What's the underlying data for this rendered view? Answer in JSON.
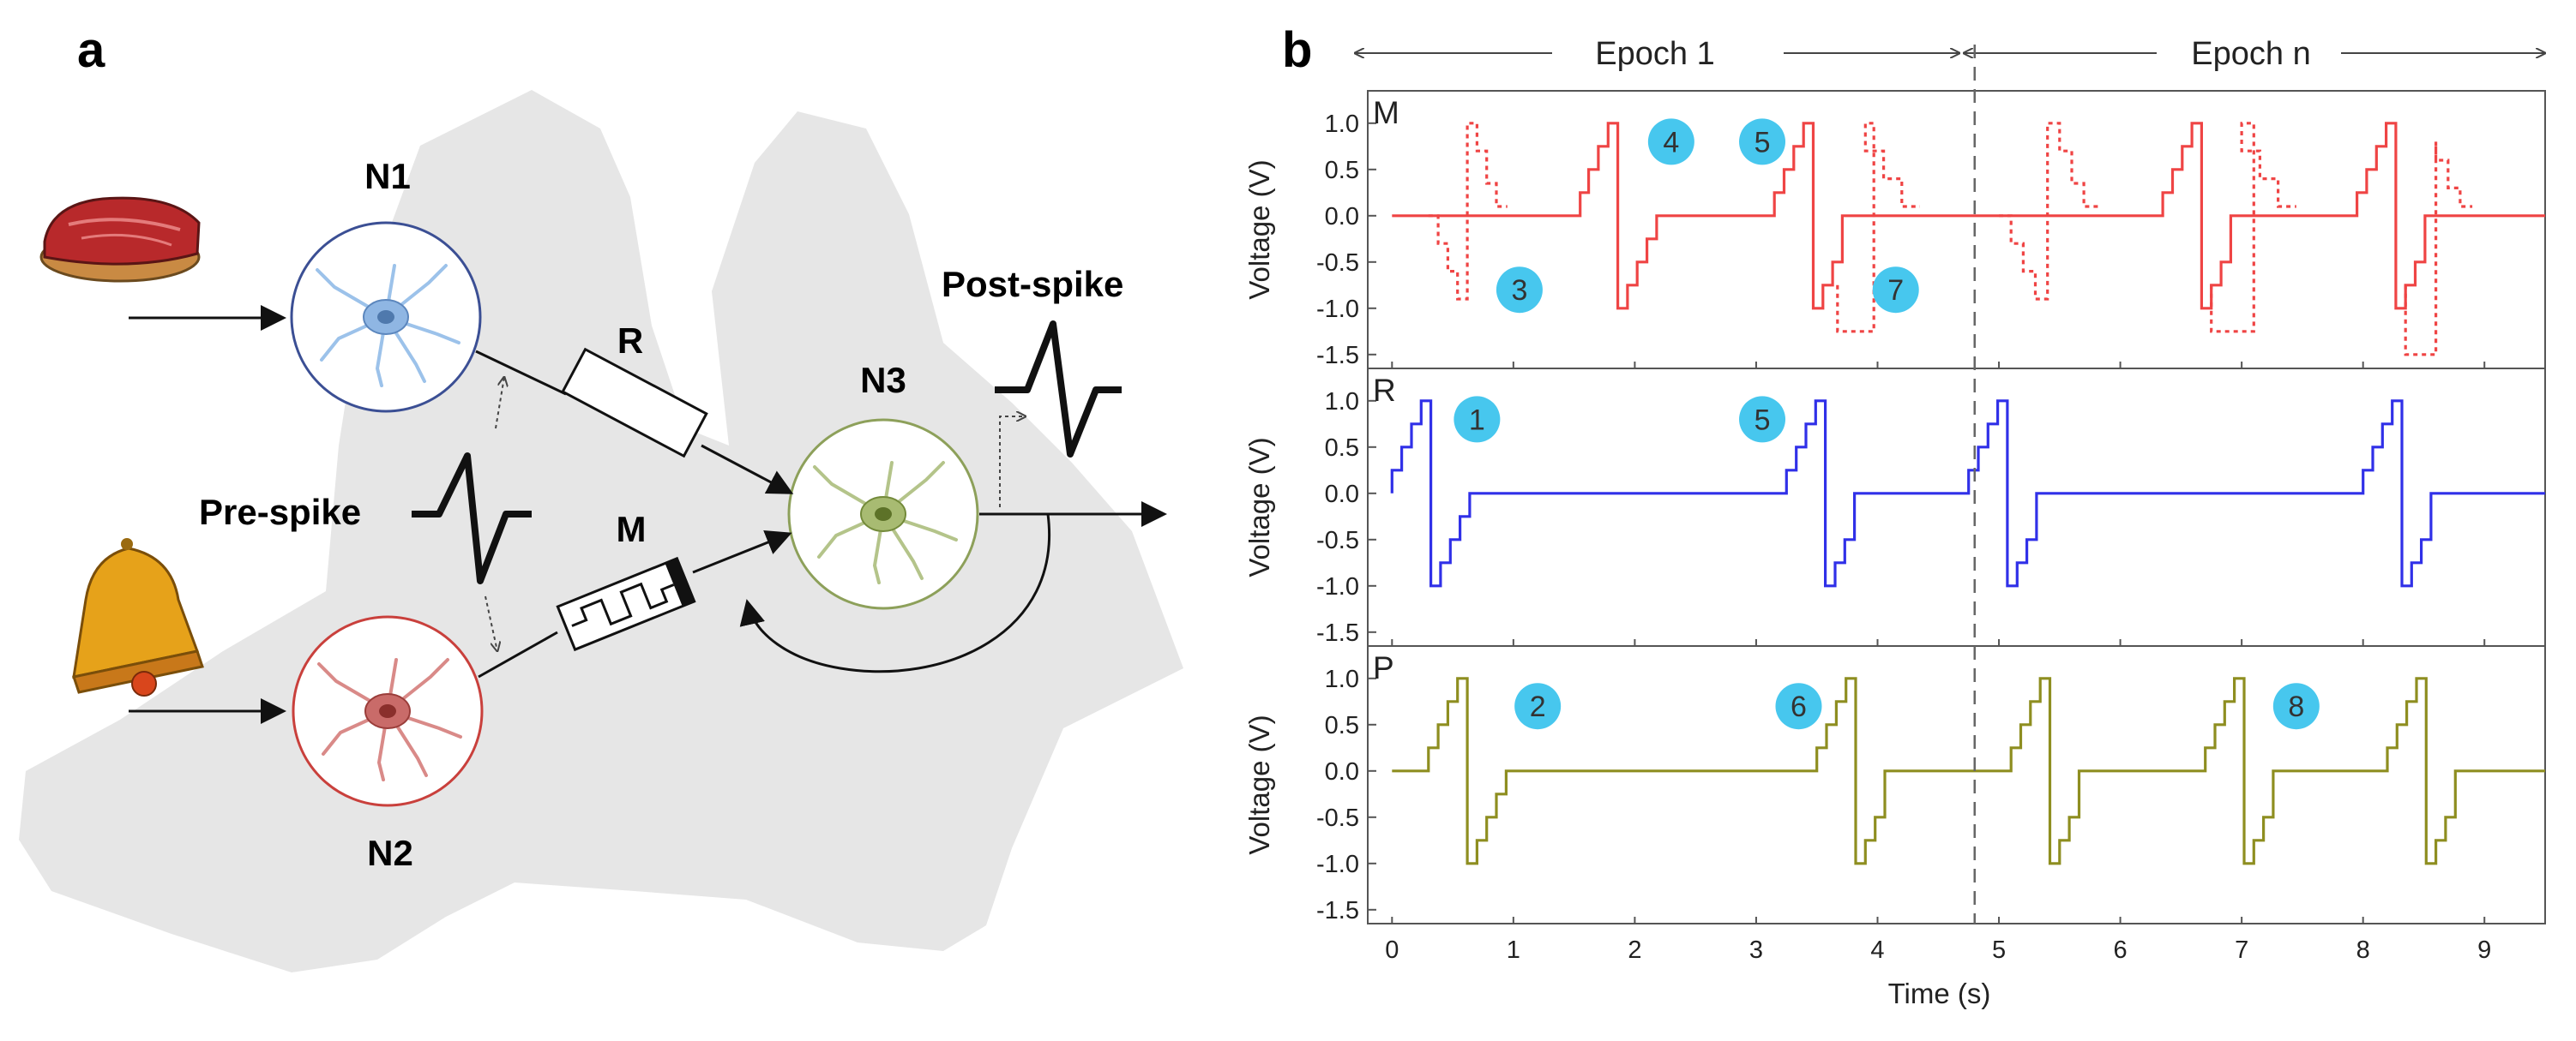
{
  "figure": {
    "panel_a": {
      "letter": "a",
      "nodes": {
        "n1": "N1",
        "n2": "N2",
        "n3": "N3"
      },
      "components": {
        "resistor": "R",
        "memristor": "M"
      },
      "labels": {
        "pre_spike": "Pre-spike",
        "post_spike": "Post-spike"
      },
      "colors": {
        "n1": "#3b4f94",
        "n2": "#c9403c",
        "n3": "#8da05a",
        "dog_silhouette": "#e6e6e6"
      },
      "icons": [
        "steak-icon",
        "bell-icon",
        "neuron-icon",
        "dog-silhouette"
      ]
    },
    "panel_b": {
      "letter": "b",
      "epoch_labels": [
        "Epoch 1",
        "Epoch n"
      ]
    }
  },
  "chart_data": {
    "type": "line",
    "xlabel": "Time (s)",
    "xlim": [
      -0.2,
      9.5
    ],
    "x_ticks": [
      0,
      1,
      2,
      3,
      4,
      5,
      6,
      7,
      8,
      9
    ],
    "y_ticks": [
      -1.5,
      -1.0,
      -0.5,
      0.0,
      0.5,
      1.0
    ],
    "epoch_divider_x": 4.8,
    "subplots": [
      {
        "label": "M",
        "ylabel": "Voltage (V)",
        "ylim": [
          -1.65,
          1.35
        ],
        "color": "#ef4444",
        "series": [
          {
            "style": "solid",
            "x": [
              0,
              1.55,
              1.55,
              1.62,
              1.62,
              1.7,
              1.7,
              1.78,
              1.78,
              1.86,
              1.86,
              1.94,
              1.94,
              2.02,
              2.02,
              2.1,
              2.1,
              2.18,
              2.18,
              3.15,
              3.15,
              3.23,
              3.23,
              3.31,
              3.31,
              3.39,
              3.39,
              3.47,
              3.47,
              3.55,
              3.55,
              3.63,
              3.63,
              3.71,
              3.71,
              6.35,
              6.35,
              6.43,
              6.43,
              6.51,
              6.51,
              6.59,
              6.59,
              6.67,
              6.67,
              6.75,
              6.75,
              6.83,
              6.83,
              6.91,
              6.91,
              7.95,
              7.95,
              8.03,
              8.03,
              8.11,
              8.11,
              8.19,
              8.19,
              8.27,
              8.27,
              8.35,
              8.35,
              8.43,
              8.43,
              8.51,
              8.51,
              9.5
            ],
            "y": [
              0,
              0,
              0.25,
              0.25,
              0.5,
              0.5,
              0.75,
              0.75,
              1.0,
              1.0,
              -1.0,
              -1.0,
              -0.75,
              -0.75,
              -0.5,
              -0.5,
              -0.25,
              -0.25,
              0,
              0,
              0.25,
              0.25,
              0.5,
              0.5,
              0.75,
              0.75,
              1.0,
              1.0,
              -1.0,
              -1.0,
              -0.75,
              -0.75,
              -0.5,
              -0.5,
              0,
              0,
              0.25,
              0.25,
              0.5,
              0.5,
              0.75,
              0.75,
              1.0,
              1.0,
              -1.0,
              -1.0,
              -0.75,
              -0.75,
              -0.5,
              -0.5,
              0,
              0,
              0.25,
              0.25,
              0.5,
              0.5,
              0.75,
              0.75,
              1.0,
              1.0,
              -1.0,
              -1.0,
              -0.75,
              -0.75,
              -0.5,
              -0.5,
              0,
              0
            ]
          },
          {
            "style": "dotted",
            "x": [
              0.3,
              0.38,
              0.38,
              0.46,
              0.46,
              0.54,
              0.54,
              0.62,
              0.62,
              0.7,
              0.7,
              0.78,
              0.78,
              0.86,
              0.86,
              0.95
            ],
            "y": [
              0,
              0,
              -0.3,
              -0.3,
              -0.6,
              -0.6,
              -0.9,
              -0.9,
              1.0,
              1.0,
              0.7,
              0.7,
              0.35,
              0.35,
              0.1,
              0.1
            ]
          },
          {
            "style": "dotted",
            "x": [
              3.67,
              3.67,
              3.97,
              3.97,
              3.9,
              3.9,
              4.05,
              4.05,
              4.2,
              4.2,
              4.35
            ],
            "y": [
              -0.75,
              -1.25,
              -1.25,
              1.0,
              1.0,
              0.7,
              0.7,
              0.4,
              0.4,
              0.1,
              0.1
            ]
          },
          {
            "style": "dotted",
            "x": [
              5.0,
              5.1,
              5.1,
              5.2,
              5.2,
              5.3,
              5.3,
              5.4,
              5.4,
              5.5,
              5.5,
              5.6,
              5.6,
              5.7,
              5.7,
              5.85
            ],
            "y": [
              0,
              0,
              -0.3,
              -0.3,
              -0.6,
              -0.6,
              -0.9,
              -0.9,
              1.0,
              1.0,
              0.7,
              0.7,
              0.35,
              0.35,
              0.1,
              0.1
            ]
          },
          {
            "style": "dotted",
            "x": [
              6.75,
              6.75,
              7.1,
              7.1,
              7.0,
              7.0,
              7.15,
              7.15,
              7.3,
              7.3,
              7.45
            ],
            "y": [
              -0.75,
              -1.25,
              -1.25,
              1.0,
              1.0,
              0.7,
              0.7,
              0.4,
              0.4,
              0.1,
              0.1
            ]
          },
          {
            "style": "dotted",
            "x": [
              8.35,
              8.35,
              8.6,
              8.6,
              8.6,
              8.6,
              8.7,
              8.7,
              8.8,
              8.8,
              8.9
            ],
            "y": [
              -0.75,
              -1.5,
              -1.5,
              0.8,
              0.8,
              0.6,
              0.6,
              0.3,
              0.3,
              0.1,
              0.1
            ]
          }
        ],
        "badges": [
          {
            "text": "3",
            "x": 1.05,
            "y": -0.8
          },
          {
            "text": "4",
            "x": 2.3,
            "y": 0.8
          },
          {
            "text": "5",
            "x": 3.05,
            "y": 0.8
          },
          {
            "text": "7",
            "x": 4.15,
            "y": -0.8
          }
        ]
      },
      {
        "label": "R",
        "ylabel": "Voltage (V)",
        "ylim": [
          -1.65,
          1.35
        ],
        "color": "#3030e8",
        "series": [
          {
            "style": "solid",
            "x": [
              0,
              0,
              0.08,
              0.08,
              0.16,
              0.16,
              0.24,
              0.24,
              0.32,
              0.32,
              0.4,
              0.4,
              0.48,
              0.48,
              0.56,
              0.56,
              0.64,
              0.64,
              3.25,
              3.25,
              3.33,
              3.33,
              3.41,
              3.41,
              3.49,
              3.49,
              3.57,
              3.57,
              3.65,
              3.65,
              3.73,
              3.73,
              3.81,
              3.81,
              4.75,
              4.75,
              4.83,
              4.83,
              4.91,
              4.91,
              4.99,
              4.99,
              5.07,
              5.07,
              5.15,
              5.15,
              5.23,
              5.23,
              5.31,
              5.31,
              8.0,
              8.0,
              8.08,
              8.08,
              8.16,
              8.16,
              8.24,
              8.24,
              8.32,
              8.32,
              8.4,
              8.4,
              8.48,
              8.48,
              8.56,
              8.56,
              9.5
            ],
            "y": [
              0,
              0.25,
              0.25,
              0.5,
              0.5,
              0.75,
              0.75,
              1.0,
              1.0,
              -1.0,
              -1.0,
              -0.75,
              -0.75,
              -0.5,
              -0.5,
              -0.25,
              -0.25,
              0,
              0,
              0.25,
              0.25,
              0.5,
              0.5,
              0.75,
              0.75,
              1.0,
              1.0,
              -1.0,
              -1.0,
              -0.75,
              -0.75,
              -0.5,
              -0.5,
              0,
              0,
              0.25,
              0.25,
              0.5,
              0.5,
              0.75,
              0.75,
              1.0,
              1.0,
              -1.0,
              -1.0,
              -0.75,
              -0.75,
              -0.5,
              -0.5,
              0,
              0,
              0.25,
              0.25,
              0.5,
              0.5,
              0.75,
              0.75,
              1.0,
              1.0,
              -1.0,
              -1.0,
              -0.75,
              -0.75,
              -0.5,
              -0.5,
              0,
              0
            ]
          }
        ],
        "badges": [
          {
            "text": "1",
            "x": 0.7,
            "y": 0.8
          },
          {
            "text": "5",
            "x": 3.05,
            "y": 0.8
          }
        ]
      },
      {
        "label": "P",
        "ylabel": "Voltage (V)",
        "ylim": [
          -1.65,
          1.35
        ],
        "color": "#8e8e20",
        "series": [
          {
            "style": "solid",
            "x": [
              0,
              0.3,
              0.3,
              0.38,
              0.38,
              0.46,
              0.46,
              0.54,
              0.54,
              0.62,
              0.62,
              0.7,
              0.7,
              0.78,
              0.78,
              0.86,
              0.86,
              0.94,
              0.94,
              3.5,
              3.5,
              3.58,
              3.58,
              3.66,
              3.66,
              3.74,
              3.74,
              3.82,
              3.82,
              3.9,
              3.9,
              3.98,
              3.98,
              4.06,
              4.06,
              5.1,
              5.1,
              5.18,
              5.18,
              5.26,
              5.26,
              5.34,
              5.34,
              5.42,
              5.42,
              5.5,
              5.5,
              5.58,
              5.58,
              5.66,
              5.66,
              6.7,
              6.7,
              6.78,
              6.78,
              6.86,
              6.86,
              6.94,
              6.94,
              7.02,
              7.02,
              7.1,
              7.1,
              7.18,
              7.18,
              7.26,
              7.26,
              8.2,
              8.2,
              8.28,
              8.28,
              8.36,
              8.36,
              8.44,
              8.44,
              8.52,
              8.52,
              8.6,
              8.6,
              8.68,
              8.68,
              8.76,
              8.76,
              9.5
            ],
            "y": [
              0,
              0,
              0.25,
              0.25,
              0.5,
              0.5,
              0.75,
              0.75,
              1.0,
              1.0,
              -1.0,
              -1.0,
              -0.75,
              -0.75,
              -0.5,
              -0.5,
              -0.25,
              -0.25,
              0,
              0,
              0.25,
              0.25,
              0.5,
              0.5,
              0.75,
              0.75,
              1.0,
              1.0,
              -1.0,
              -1.0,
              -0.75,
              -0.75,
              -0.5,
              -0.5,
              0,
              0,
              0.25,
              0.25,
              0.5,
              0.5,
              0.75,
              0.75,
              1.0,
              1.0,
              -1.0,
              -1.0,
              -0.75,
              -0.75,
              -0.5,
              -0.5,
              0,
              0,
              0.25,
              0.25,
              0.5,
              0.5,
              0.75,
              0.75,
              1.0,
              1.0,
              -1.0,
              -1.0,
              -0.75,
              -0.75,
              -0.5,
              -0.5,
              0,
              0,
              0.25,
              0.25,
              0.5,
              0.5,
              0.75,
              0.75,
              1.0,
              1.0,
              -1.0,
              -1.0,
              -0.75,
              -0.75,
              -0.5,
              -0.5,
              0,
              0
            ]
          }
        ],
        "badges": [
          {
            "text": "2",
            "x": 1.2,
            "y": 0.7
          },
          {
            "text": "6",
            "x": 3.35,
            "y": 0.7
          },
          {
            "text": "8",
            "x": 7.45,
            "y": 0.7
          }
        ]
      }
    ]
  }
}
